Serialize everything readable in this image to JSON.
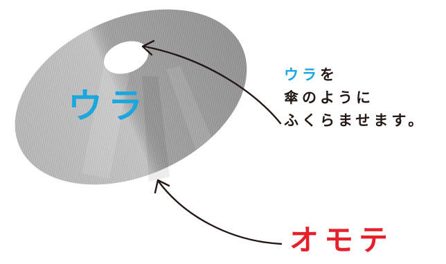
{
  "labels": {
    "ura_big": "ウラ",
    "note_line1_highlight": "ウラ",
    "note_line1_rest": "を",
    "note_line2": "傘のように",
    "note_line3": "ふくらませます。",
    "omote": "オモテ"
  },
  "colors": {
    "ura": "#1aa7e0",
    "omote": "#e5202b",
    "text": "#231815",
    "disc": "#a4a4a4",
    "arrow": "#231815"
  }
}
